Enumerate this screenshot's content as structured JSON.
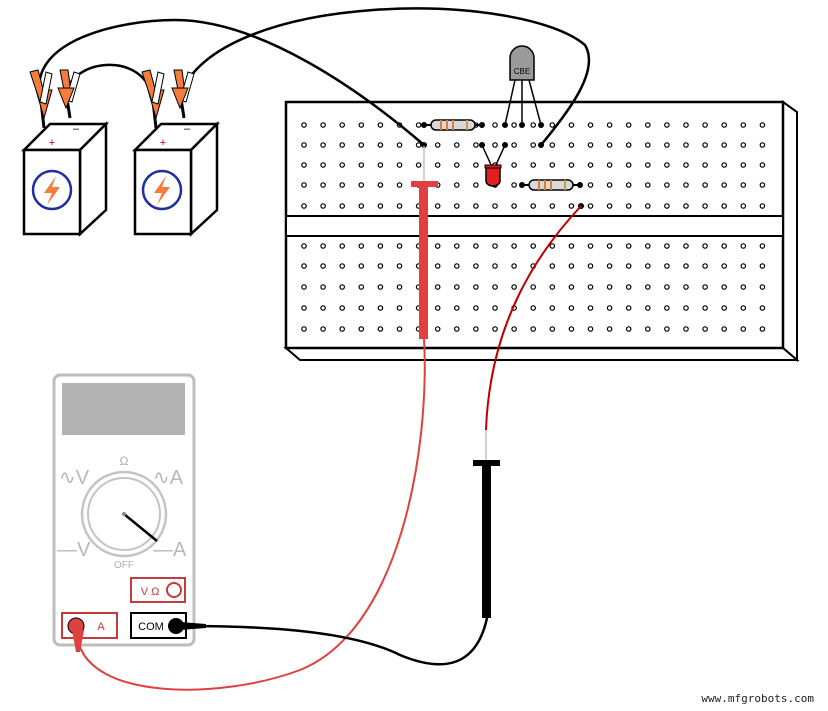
{
  "batteries": [
    {
      "plus_label": "+",
      "minus_label": "–",
      "icon": "lightning-icon"
    },
    {
      "plus_label": "+",
      "minus_label": "–",
      "icon": "lightning-icon"
    }
  ],
  "transistor": {
    "label": "CBE"
  },
  "multimeter": {
    "labels": {
      "ohm": "Ω",
      "ac_volts": "∿V",
      "ac_amps": "∿A",
      "dc_volts": "—V",
      "dc_amps": "—A",
      "off": "OFF",
      "vohm_jack": "V Ω",
      "amp_jack": "A",
      "com_jack": "COM"
    }
  },
  "colors": {
    "clip": "#f47c3c",
    "probe_red": "#e04040",
    "wire_red": "#c00000",
    "meter_gray": "#bdbdbd",
    "meter_red": "#c83a3a",
    "led": "#e02020",
    "transistor": "#999999",
    "bolt": "#f47c3c",
    "bolt_circle": "#1f2f9f"
  },
  "watermark": "www.mfgrobots.com"
}
